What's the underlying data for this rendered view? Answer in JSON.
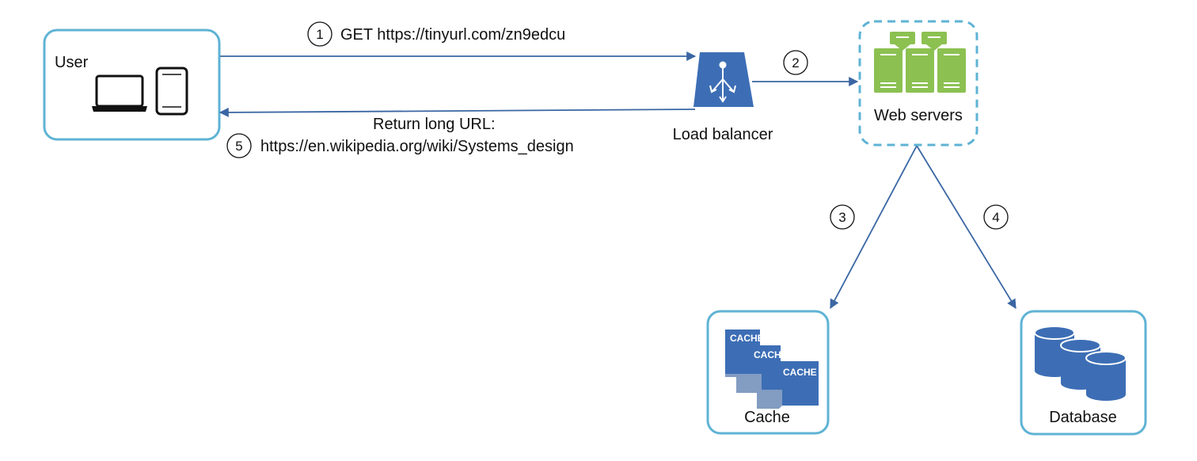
{
  "nodes": {
    "user": {
      "label": "User"
    },
    "load_balancer": {
      "label": "Load balancer"
    },
    "web_servers": {
      "label": "Web servers"
    },
    "cache": {
      "label": "Cache",
      "icon_text": "CACHE"
    },
    "database": {
      "label": "Database"
    }
  },
  "steps": [
    {
      "number": "1",
      "text": "GET https://tinyurl.com/zn9edcu"
    },
    {
      "number": "2"
    },
    {
      "number": "3"
    },
    {
      "number": "4"
    },
    {
      "number": "5",
      "text_line1": "Return long URL:",
      "text_line2": "https://en.wikipedia.org/wiki/Systems_design"
    }
  ],
  "colors": {
    "box_border": "#5fb3d4",
    "arrow": "#3a66a3",
    "icon_blue": "#3d6eb5",
    "server_green": "#8cc152"
  }
}
